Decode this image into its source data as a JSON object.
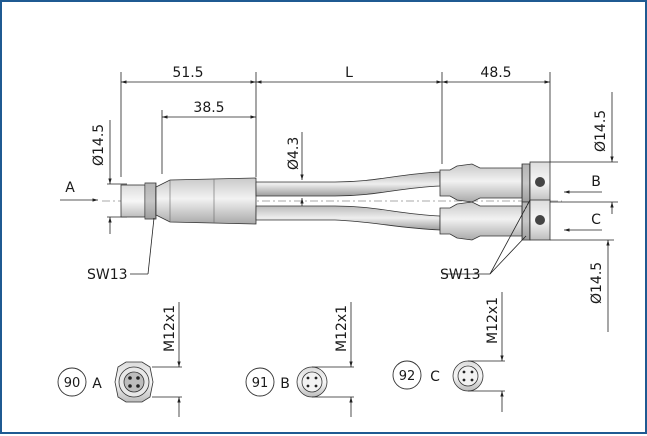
{
  "frame_color": "#1f5a92",
  "dimensions": {
    "d_51_5": "51.5",
    "d_l": "L",
    "d_48_5": "48.5",
    "d_38_5": "38.5",
    "d_14_5_left": "Ø14.5",
    "d_4_3": "Ø4.3",
    "d_14_5_right_top": "Ø14.5",
    "d_14_5_right_bottom": "Ø14.5"
  },
  "views": {
    "a": "A",
    "b": "B",
    "c": "C"
  },
  "wrench": {
    "left": "SW13",
    "right": "SW13"
  },
  "details": [
    {
      "code": "90",
      "view": "A",
      "thread": "M12x1"
    },
    {
      "code": "91",
      "view": "B",
      "thread": "M12x1"
    },
    {
      "code": "92",
      "view": "C",
      "thread": "M12x1"
    }
  ]
}
